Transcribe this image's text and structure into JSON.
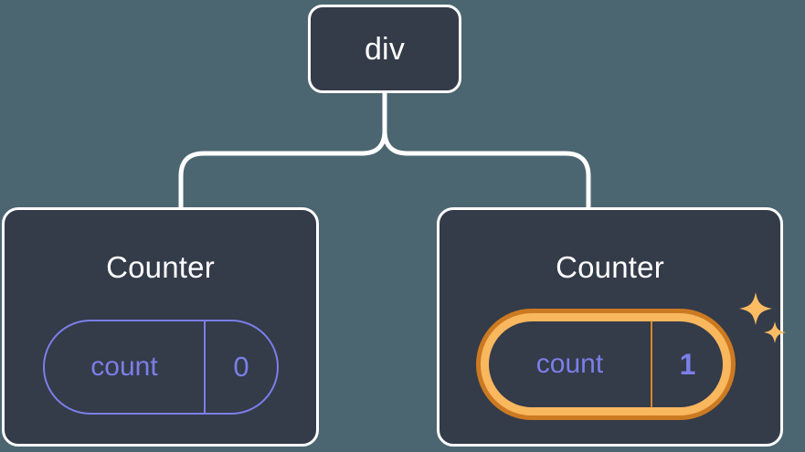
{
  "diagram": {
    "title": "React component tree with highlighted state update",
    "background_color": "#4c6671",
    "node_fill_color": "#343b49",
    "node_border_color": "#ffffff",
    "connector_color": "#ffffff",
    "state_color": "#7b7fe8",
    "highlight_outer_color": "#cc7a22",
    "highlight_inner_color": "#f9b75e",
    "sparkle_color": "#fcbc63"
  },
  "root": {
    "label": "div"
  },
  "children": [
    {
      "id": "counter-left",
      "title": "Counter",
      "highlighted": false,
      "state": {
        "key": "count",
        "value": "0"
      }
    },
    {
      "id": "counter-right",
      "title": "Counter",
      "highlighted": true,
      "state": {
        "key": "count",
        "value": "1"
      },
      "sparkles": {
        "large_icon": "sparkle-icon",
        "small_icon": "sparkle-icon"
      }
    }
  ]
}
